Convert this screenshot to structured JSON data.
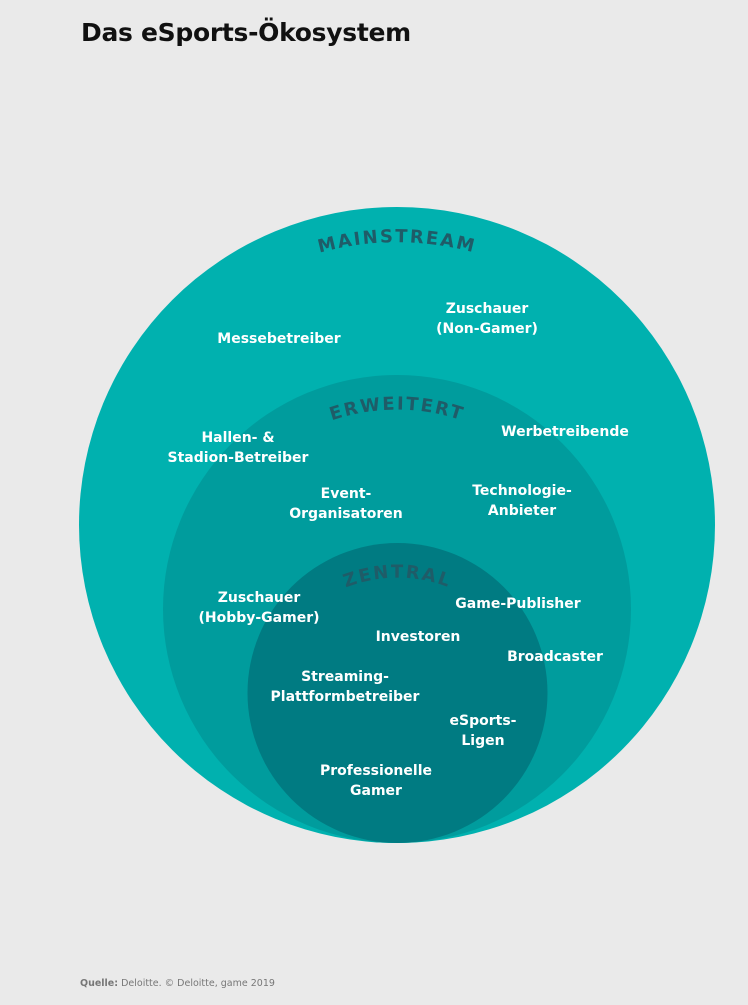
{
  "title": "Das eSports-Ökosystem",
  "colors": {
    "mainstream": "#00b1af",
    "erweitert": "#009c9d",
    "zentral": "#007b82",
    "ring_label": "#1f5c68"
  },
  "rings": {
    "mainstream": "MAINSTREAM",
    "erweitert": "ERWEITERT",
    "zentral": "ZENTRAL"
  },
  "labels": {
    "messebetreiber": "Messebetreiber",
    "zuschauer_non_1": "Zuschauer",
    "zuschauer_non_2": "(Non-Gamer)",
    "hallen_1": "Hallen- &",
    "hallen_2": "Stadion-Betreiber",
    "werbetreibende": "Werbetreibende",
    "event_1": "Event-",
    "event_2": "Organisatoren",
    "technologie_1": "Technologie-",
    "technologie_2": "Anbieter",
    "zuschauer_hobby_1": "Zuschauer",
    "zuschauer_hobby_2": "(Hobby-Gamer)",
    "game_publisher": "Game-Publisher",
    "investoren": "Investoren",
    "broadcaster": "Broadcaster",
    "streaming_1": "Streaming-",
    "streaming_2": "Plattformbetreiber",
    "esports_1": "eSports-",
    "esports_2": "Ligen",
    "profi_1": "Professionelle",
    "profi_2": "Gamer"
  },
  "source": {
    "label": "Quelle:",
    "text": "Deloitte. © Deloitte, game 2019"
  }
}
